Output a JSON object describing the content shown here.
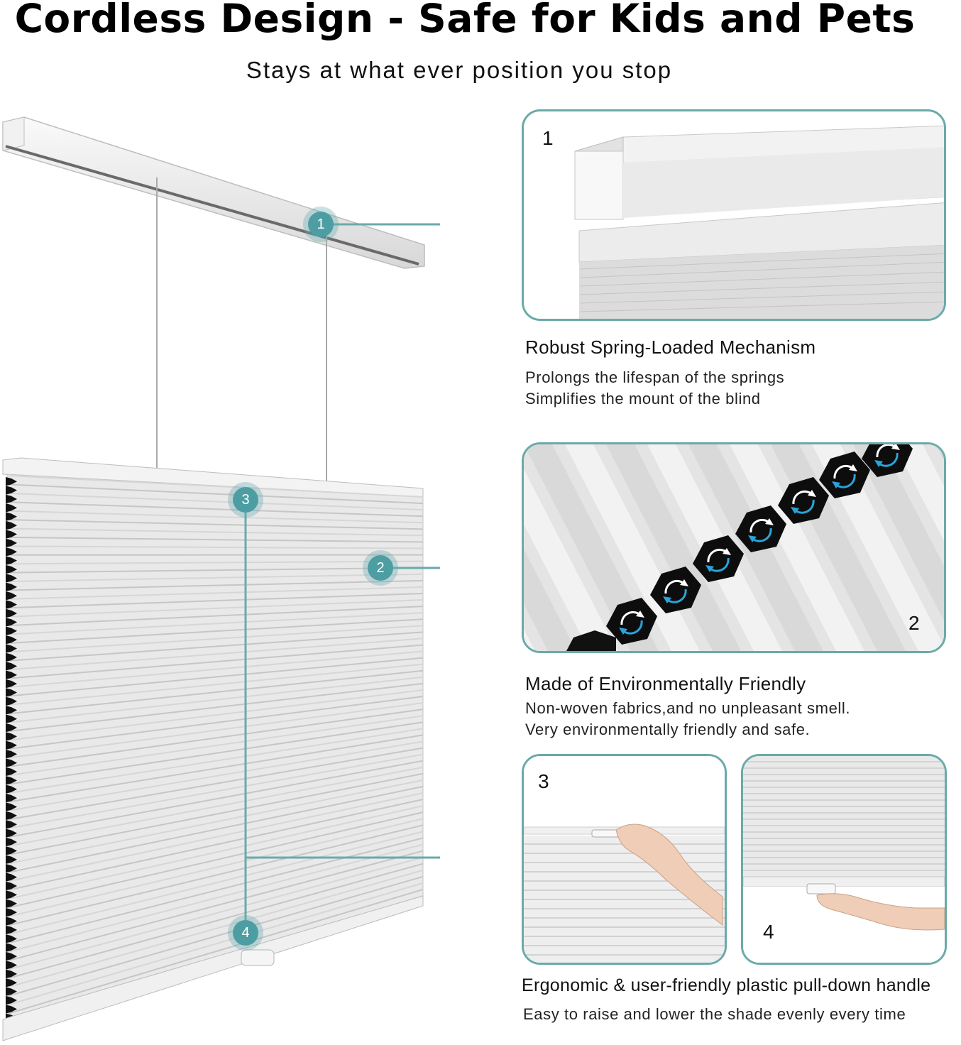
{
  "header": {
    "title": "Cordless Design - Safe for Kids and Pets",
    "subtitle": "Stays at what ever position you stop"
  },
  "callouts": [
    "1",
    "2",
    "3",
    "4"
  ],
  "panels": {
    "p1": {
      "number": "1"
    },
    "p2": {
      "number": "2"
    },
    "p3": {
      "number": "3"
    },
    "p4": {
      "number": "4"
    }
  },
  "features": {
    "mechanism": {
      "title": "Robust Spring-Loaded Mechanism",
      "lines": [
        "Prolongs the lifespan of the springs",
        "Simplifies the mount of the blind"
      ]
    },
    "material": {
      "title": "Made of Environmentally Friendly",
      "lines": [
        "Non-woven fabrics,and no unpleasant smell.",
        "Very environmentally friendly and safe."
      ]
    },
    "handle": {
      "title": "Ergonomic & user-friendly plastic pull-down handle",
      "lines": [
        "Easy to raise and lower the shade evenly every time"
      ]
    }
  },
  "colors": {
    "accent": "#6aaaa9",
    "callout": "#4d9ea3",
    "fabric": "#e6e6e6",
    "cell_edge": "#000000"
  },
  "icons": [
    "rotate-arrows-icon",
    "hand-icon"
  ]
}
